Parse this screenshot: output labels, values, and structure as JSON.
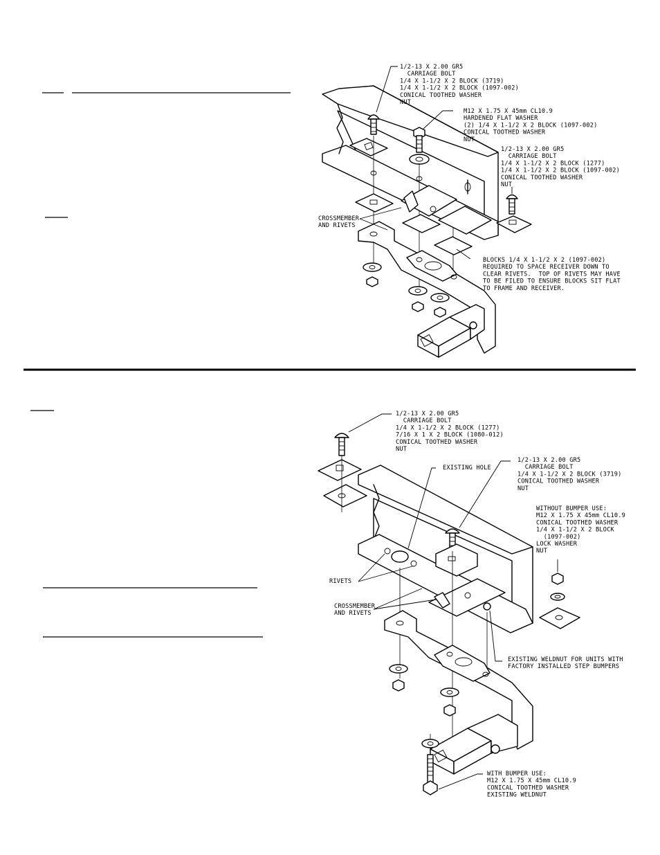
{
  "top_section": {
    "callouts": {
      "carriage_bolt": [
        "1/2-13 X 2.00 GR5",
        "  CARRIAGE BOLT",
        "1/4 X 1-1/2 X 2 BLOCK (3719)",
        "1/4 X 1-1/2 X 2 BLOCK (1097-002)",
        "CONICAL TOOTHED WASHER",
        "NUT"
      ],
      "m12_bolt": [
        "M12 X 1.75 X 45mm CL10.9",
        "HARDENED FLAT WASHER",
        "(2) 1/4 X 1-1/2 X 2 BLOCK (1097-002)",
        "CONICAL TOOTHED WASHER",
        "NUT"
      ],
      "right_bolt": [
        "1/2-13 X 2.00 GR5",
        "  CARRIAGE BOLT",
        "1/4 X 1-1/2 X 2 BLOCK (1277)",
        "1/4 X 1-1/2 X 2 BLOCK (1097-002)",
        "CONICAL TOOTHED WASHER",
        "NUT"
      ],
      "crossmember": [
        "CROSSMEMBER",
        "AND RIVETS"
      ],
      "blocks_note": [
        "BLOCKS 1/4 X 1-1/2 X 2 (1097-002)",
        "REQUIRED TO SPACE RECEIVER DOWN TO",
        "CLEAR RIVETS.  TOP OF RIVETS MAY HAVE",
        "TO BE FILED TO ENSURE BLOCKS SIT FLAT",
        "TO FRAME AND RECEIVER."
      ]
    }
  },
  "bottom_section": {
    "callouts": {
      "left_bolt": [
        "1/2-13 X 2.00 GR5",
        "  CARRIAGE BOLT",
        "1/4 X 1-1/2 X 2 BLOCK (1277)",
        "7/16 X 1 X 2 BLOCK (1080-012)",
        "CONICAL TOOTHED WASHER",
        "NUT"
      ],
      "existing_hole": [
        "EXISTING HOLE"
      ],
      "center_bolt": [
        "1/2-13 X 2.00 GR5",
        "  CARRIAGE BOLT",
        "1/4 X 1-1/2 X 2 BLOCK (3719)",
        "CONICAL TOOTHED WASHER",
        "NUT"
      ],
      "without_bumper": [
        "WITHOUT BUMPER USE:",
        "M12 X 1.75 X 45mm CL10.9",
        "CONICAL TOOTHED WASHER",
        "1/4 X 1-1/2 X 2 BLOCK",
        "  (1097-002)",
        "LOCK WASHER",
        "NUT"
      ],
      "rivets": [
        "RIVETS"
      ],
      "crossmember": [
        "CROSSMEMBER",
        "AND RIVETS"
      ],
      "weldnut": [
        "EXISTING WELDNUT FOR UNITS WITH",
        "FACTORY INSTALLED STEP BUMPERS"
      ],
      "with_bumper": [
        "WITH BUMPER USE:",
        "M12 X 1.75 X 45mm CL10.9",
        "CONICAL TOOTHED WASHER",
        "EXISTING WELDNUT"
      ]
    }
  }
}
